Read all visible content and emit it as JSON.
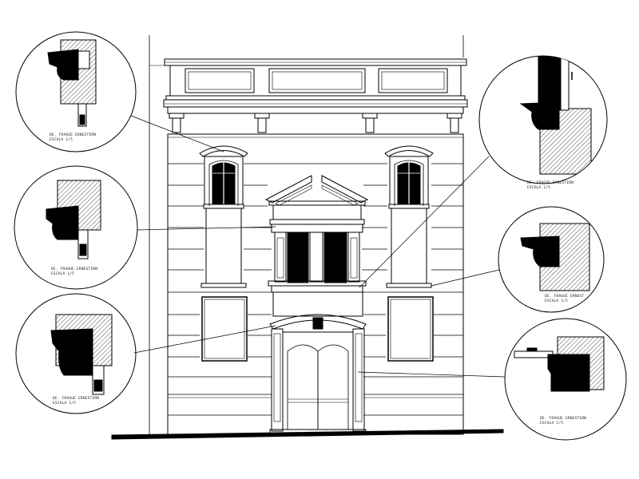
{
  "drawing": {
    "type": "architectural facade elevation with cornice section details",
    "colors": {
      "line": "#000000",
      "fill": "#000000",
      "hatch": "#000000",
      "background": "#ffffff"
    }
  },
  "details": [
    {
      "id": "detail-top-left",
      "caption_line1": "DE. FRAGUE ERNESTERN",
      "caption_line2": "ESCALA 1/5"
    },
    {
      "id": "detail-mid-left",
      "caption_line1": "DE. FRAGUE ERNESTERN",
      "caption_line2": "ESCALA 1/5"
    },
    {
      "id": "detail-bottom-left",
      "caption_line1": "DE. FRAGUE ERNESTERN",
      "caption_line2": "ESCALA 1/5"
    },
    {
      "id": "detail-top-right",
      "caption_line1": "DE. FRAGUE ERNESTERN",
      "caption_line2": "ESCALA 1/5"
    },
    {
      "id": "detail-mid-right",
      "caption_line1": "DE. FRAGUE ERNEST",
      "caption_line2": "ESCALA 1/5"
    },
    {
      "id": "detail-bottom-right",
      "caption_line1": "DE. FRAGUE ERNESTERN",
      "caption_line2": "ESCALA 1/5"
    }
  ]
}
